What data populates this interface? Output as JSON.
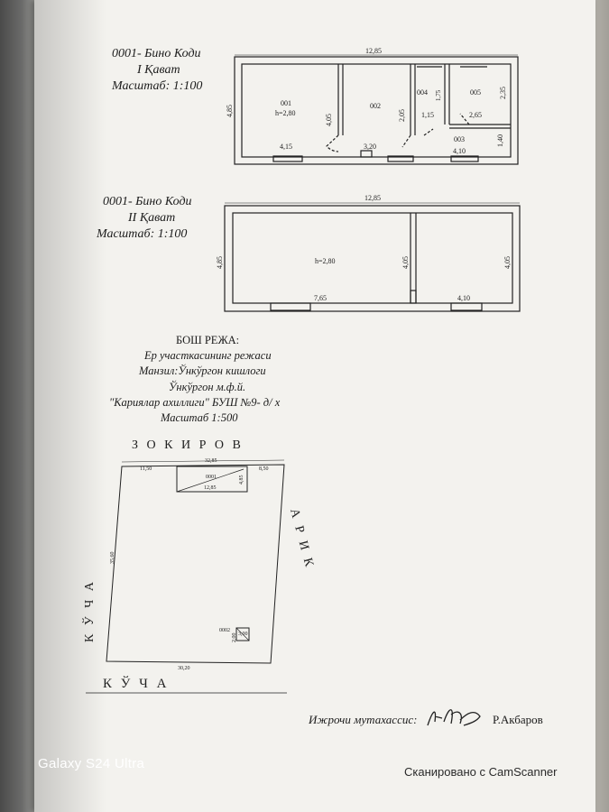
{
  "floor1": {
    "title1": "0001- Бино Коди",
    "title2": "I Қават",
    "title3": "Масштаб:   1:100",
    "total_width": "12,85",
    "room_001": "001",
    "room_001_h": "h=2,80",
    "room_002": "002",
    "room_003": "003",
    "room_004": "004",
    "room_005": "005",
    "dim_485": "4,85",
    "dim_405": "4,05",
    "dim_205": "2,05",
    "dim_175": "1,75",
    "dim_115": "1,15",
    "dim_235": "2,35",
    "dim_265": "2,65",
    "dim_140": "1,40",
    "dim_415": "4,15",
    "dim_320": "3,20",
    "dim_410": "4,10"
  },
  "floor2": {
    "title1": "0001- Бино Коди",
    "title2": "II Қават",
    "title3": "Масштаб:   1:100",
    "total_width": "12,85",
    "height_label": "h=2,80",
    "dim_485": "4,85",
    "dim_405a": "4,05",
    "dim_405b": "4,05",
    "dim_765": "7,65",
    "dim_410": "4,10"
  },
  "site": {
    "line1": "БОШ РЕЖА:",
    "line2": "Ер участкасининг режаси",
    "line3": "Манзил:Ўнкўргон кишлоги",
    "line4": "Ўнкўргон м.ф.й.",
    "line5": "\"Кариялар ахиллиги\" БУШ  №9- д/ х",
    "line6": "Масштаб  1:500",
    "top_street": "З О К И Р О В",
    "left_street": "К Ў Ч А",
    "right_street": "А Р И К",
    "bottom_street": "К     Ў     Ч     А",
    "plot_top_dim": "32,85",
    "plot_left_seg": "11,50",
    "plot_right_seg": "8,50",
    "building_label": "0001",
    "building_w": "12,85",
    "building_h": "4,85",
    "plot_left_dim": "35,60",
    "plot_bottom_dim": "30,20",
    "small_building": "0002",
    "small_w": "3,00",
    "small_h": "2,00"
  },
  "signature": {
    "label": "Ижрочи мутахассис:",
    "name": "Р.Акбаров"
  },
  "overlay": {
    "device": "Galaxy S24 Ultra",
    "scanner": "Сканировано с CamScanner"
  }
}
